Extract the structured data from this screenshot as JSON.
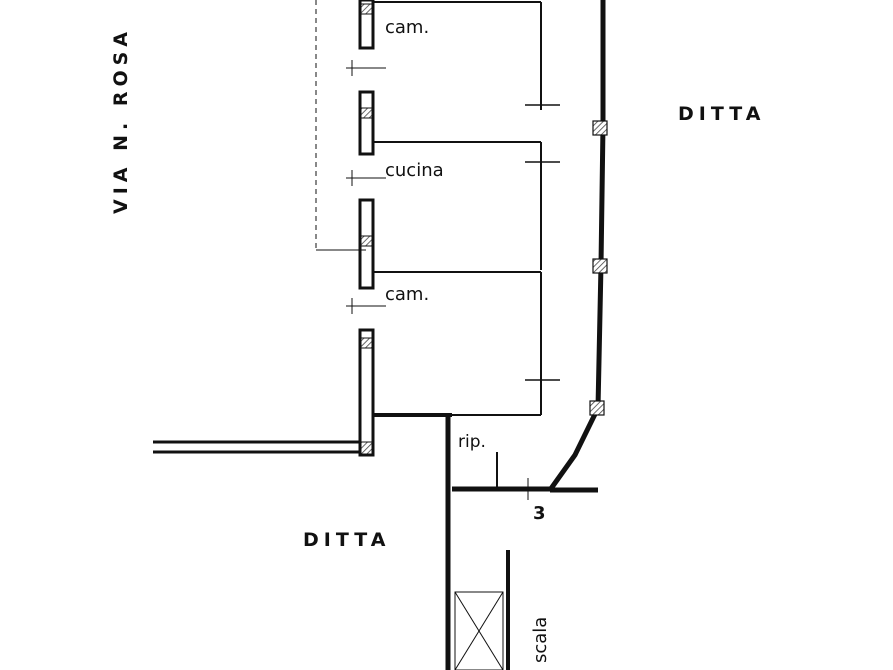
{
  "labels": {
    "street": "VIA N. ROSA",
    "ditta_right": "DITTA",
    "ditta_bottom": "DITTA",
    "room_top": "cam.",
    "room_kitchen": "cucina",
    "room_middle": "cam.",
    "storage": "rip.",
    "marker": "3",
    "stairs": "scala"
  },
  "colors": {
    "ink": "#111111",
    "hatch": "#444444",
    "background": "#ffffff"
  }
}
